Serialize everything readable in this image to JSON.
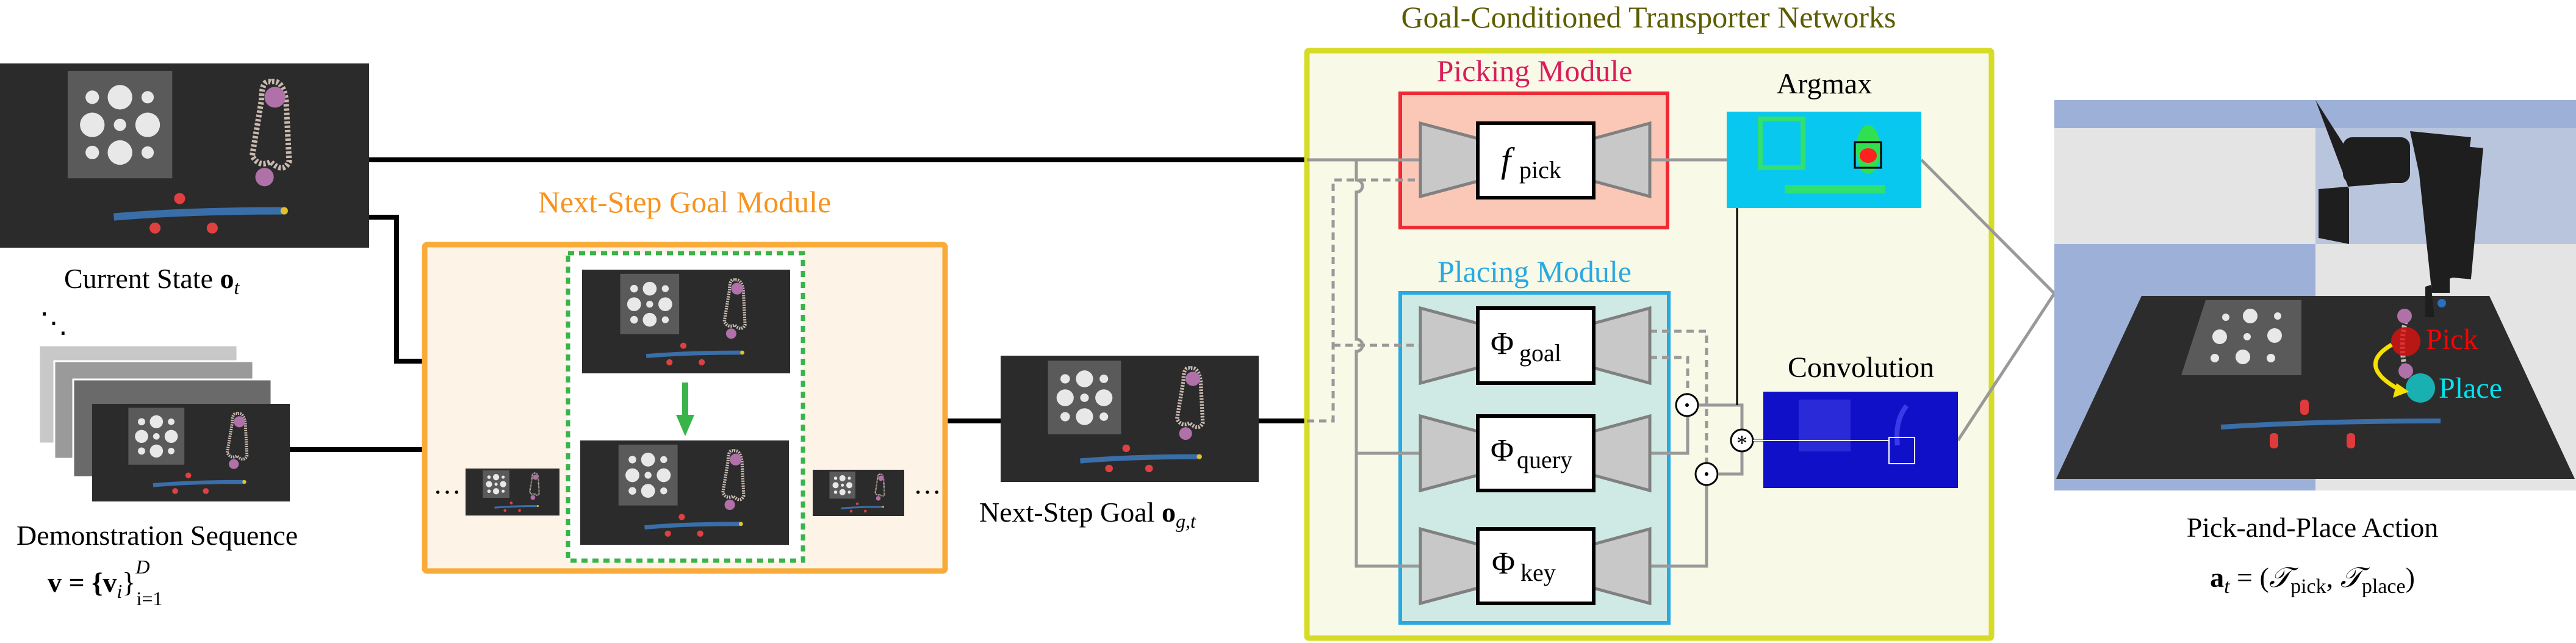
{
  "title": "Goal-Conditioned Transporter Networks",
  "colors": {
    "title": "#5c5c00",
    "picking": "#d81e5b",
    "placing": "#29a9e1",
    "next_step": "#f7931e",
    "frame": "#d6dc26",
    "green": "#38b449",
    "pick_label": "#ff0000",
    "place_label": "#00e5f0"
  },
  "current_state": {
    "label": "Current State ",
    "symbol": "o",
    "sub": "t"
  },
  "demo": {
    "label": "Demonstration Sequence",
    "formula_main": "v = {v",
    "formula_sub_i": "i",
    "formula_close": "}",
    "sup": "D",
    "sub": "i=1",
    "vdots": "⋱"
  },
  "next_step_module": {
    "title": "Next-Step Goal Module",
    "ellipsis_left": "···",
    "ellipsis_right": "···"
  },
  "next_step_goal": {
    "label": "Next-Step Goal ",
    "symbol": "o",
    "sub": "g,t"
  },
  "picking": {
    "title": "Picking Module",
    "net": "f",
    "net_sub": "pick"
  },
  "placing": {
    "title": "Placing Module",
    "nets": [
      {
        "symbol": "Φ",
        "sub": "goal"
      },
      {
        "symbol": "Φ",
        "sub": "query"
      },
      {
        "symbol": "Φ",
        "sub": "key"
      }
    ]
  },
  "ops": {
    "dot": "⊙",
    "conv": "*"
  },
  "argmax": {
    "label": "Argmax"
  },
  "convolution": {
    "label": "Convolution"
  },
  "action": {
    "label": "Pick-and-Place Action",
    "a": "a",
    "a_sub": "t",
    "eq": " = (",
    "T": "𝒯",
    "pick_sub": "pick",
    "comma": ", ",
    "place_sub": "place",
    "close": ")",
    "pick_text": "Pick",
    "place_text": "Place"
  }
}
